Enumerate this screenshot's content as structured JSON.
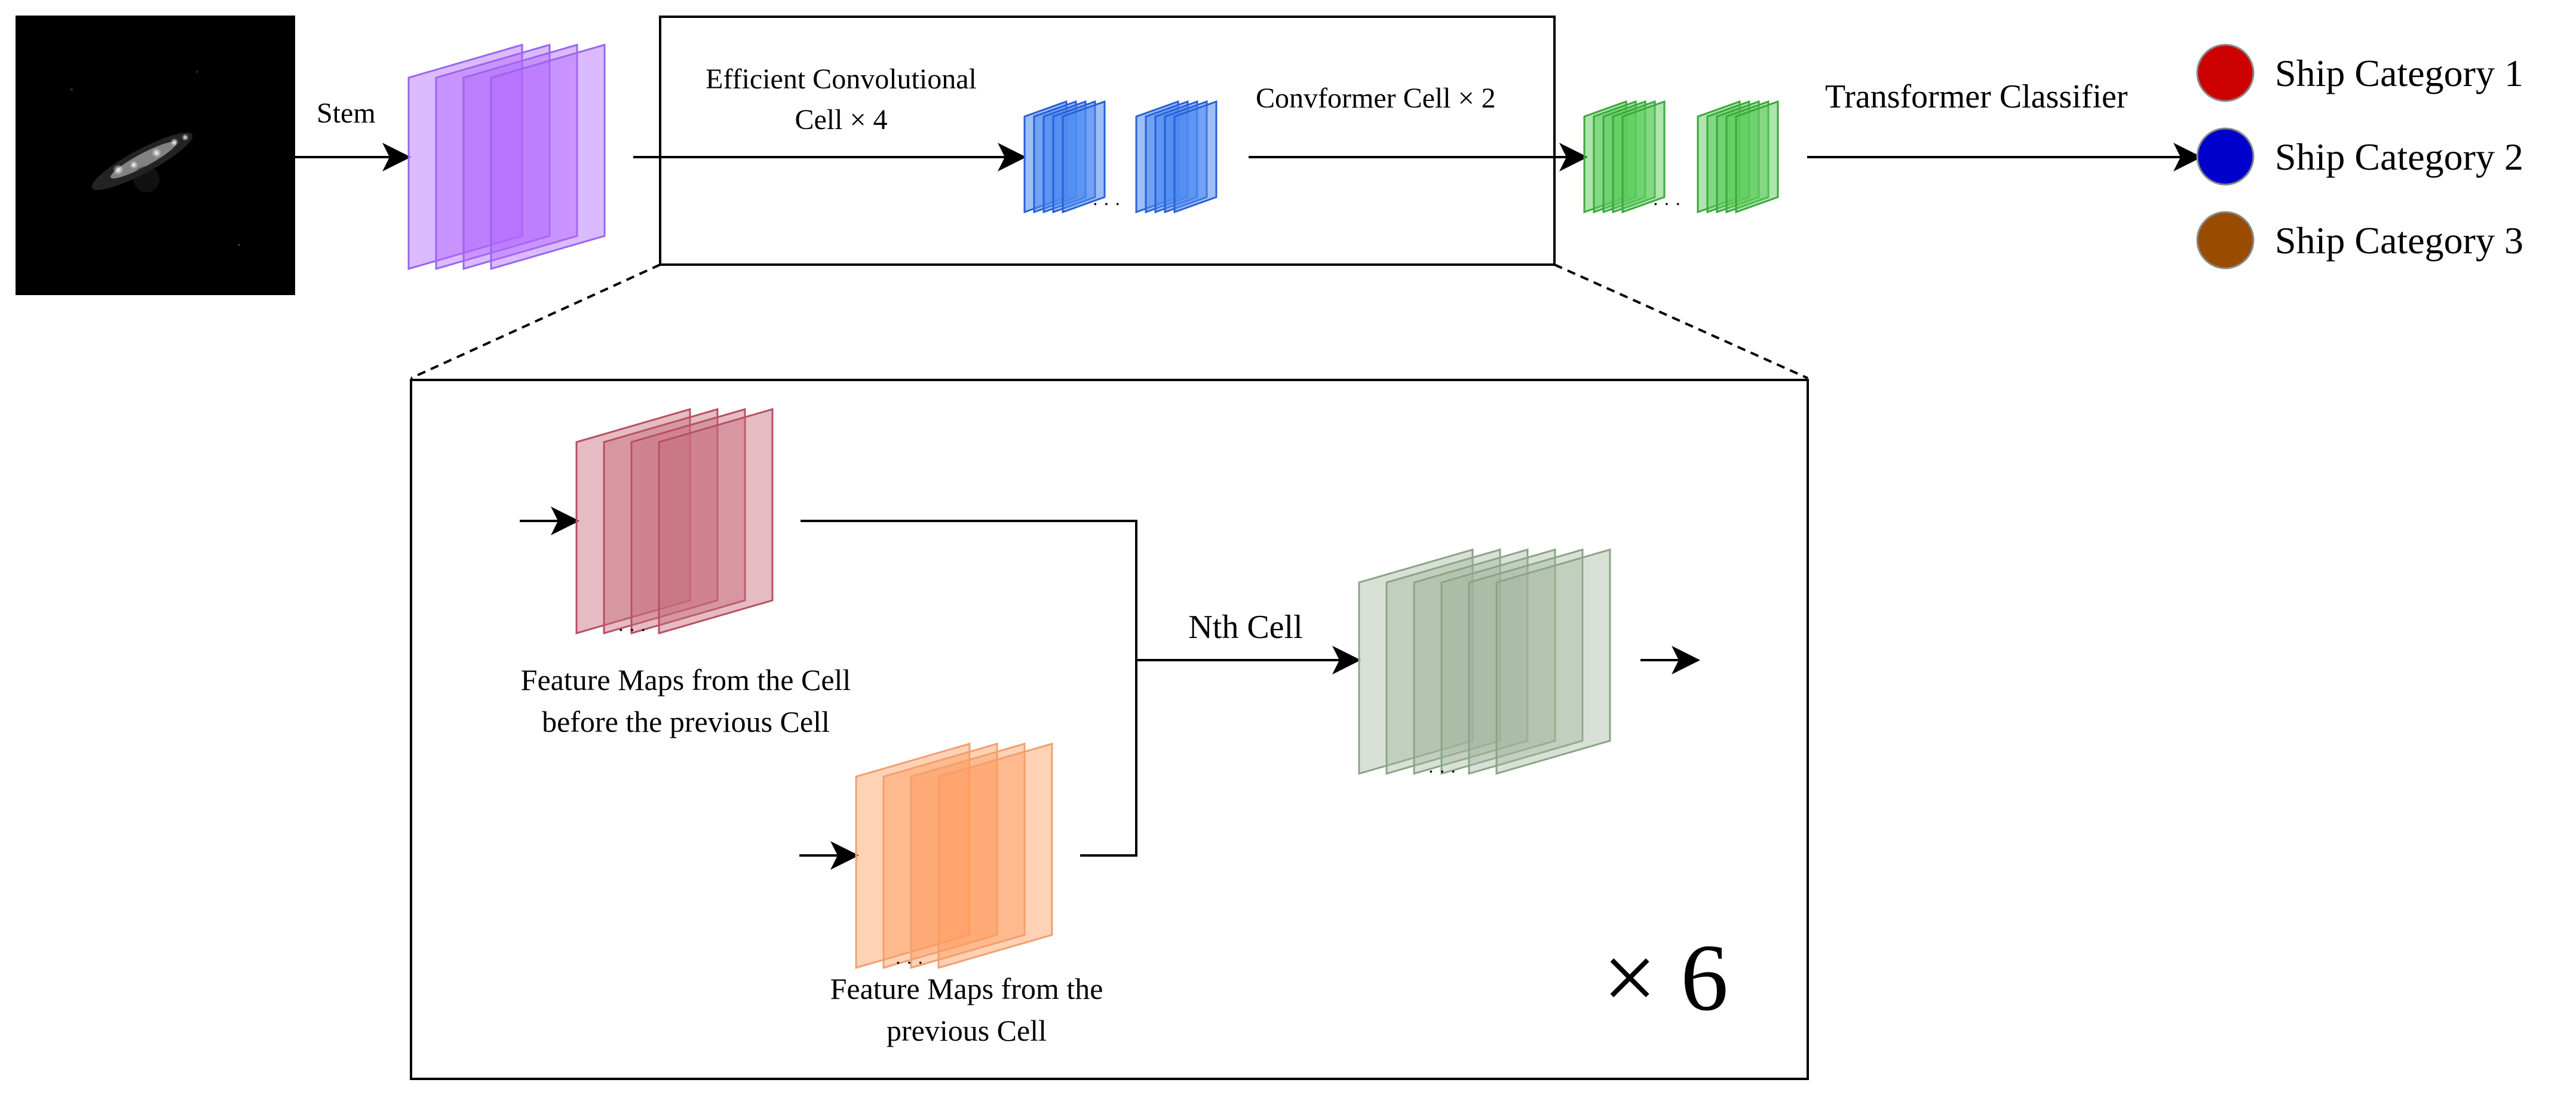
{
  "labels": {
    "stem": "Stem",
    "efficient_cell_line1": "Efficient Convolutional",
    "efficient_cell_line2": "Cell  × 4",
    "convformer_cell": "Convformer Cell  × 2",
    "transformer_classifier": "Transformer Classifier",
    "nth_cell": "Nth Cell",
    "feature_prev2_line1": "Feature Maps from the Cell",
    "feature_prev2_line2": "before the previous Cell",
    "feature_prev_line1": "Feature Maps from the",
    "feature_prev_line2": "previous Cell",
    "repeat": "× 6",
    "ellipsis": "· · ·"
  },
  "legend": [
    {
      "label": "Ship Category 1",
      "color": "#cc0000"
    },
    {
      "label": "Ship Category 2",
      "color": "#0000cc"
    },
    {
      "label": "Ship Category 3",
      "color": "#994c00"
    }
  ],
  "colors": {
    "stem_maps": {
      "fill": "#b266ff",
      "stroke": "#9966ee"
    },
    "efficient_maps": {
      "fill": "#4d8bf0",
      "stroke": "#2860d8"
    },
    "convformer_maps": {
      "fill": "#5ccc5c",
      "stroke": "#3aa83a"
    },
    "prev2_maps": {
      "fill": "#c66a7a",
      "stroke": "#b85064"
    },
    "prev_maps": {
      "fill": "#ff9b5e",
      "stroke": "#f0a070"
    },
    "nth_maps": {
      "fill": "#9fb59a",
      "stroke": "#8aa585"
    }
  },
  "input_image": {
    "description_icon": "sar-ship-image"
  }
}
